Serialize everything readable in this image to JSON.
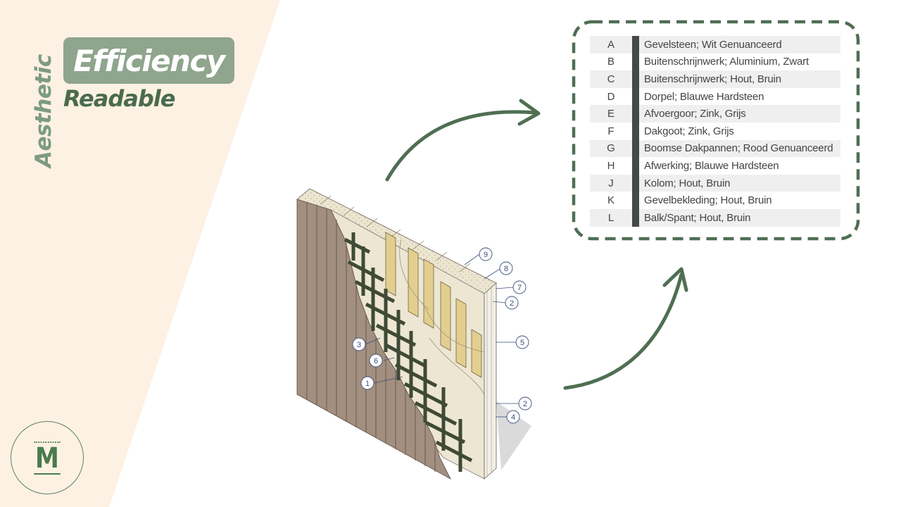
{
  "title": {
    "aesthetic": "Aesthetic",
    "efficiency": "Efficiency",
    "readable": "Readable"
  },
  "logo": {
    "letter": "M",
    "icon": "m-monogram-logo"
  },
  "colors": {
    "accent_green": "#4f6f52",
    "box_green": "#8fa58d",
    "wedge_cream": "#fdf1e3",
    "legend_bar": "#444a45"
  },
  "legend": [
    {
      "code": "A",
      "label": "Gevelsteen; Wit Genuanceerd"
    },
    {
      "code": "B",
      "label": "Buitenschrijnwerk; Aluminium, Zwart"
    },
    {
      "code": "C",
      "label": "Buitenschrijnwerk; Hout, Bruin"
    },
    {
      "code": "D",
      "label": "Dorpel; Blauwe Hardsteen"
    },
    {
      "code": "E",
      "label": "Afvoergoor; Zink, Grijs"
    },
    {
      "code": "F",
      "label": "Dakgoot; Zink, Grijs"
    },
    {
      "code": "G",
      "label": "Boomse Dakpannen; Rood Genuanceerd"
    },
    {
      "code": "H",
      "label": "Afwerking; Blauwe Hardsteen"
    },
    {
      "code": "J",
      "label": "Kolom; Hout, Bruin"
    },
    {
      "code": "K",
      "label": "Gevelbekleding; Hout, Bruin"
    },
    {
      "code": "L",
      "label": "Balk/Spant; Hout, Bruin"
    }
  ],
  "callouts": [
    "9",
    "8",
    "7",
    "2",
    "5",
    "3",
    "6",
    "1",
    "2",
    "4"
  ]
}
